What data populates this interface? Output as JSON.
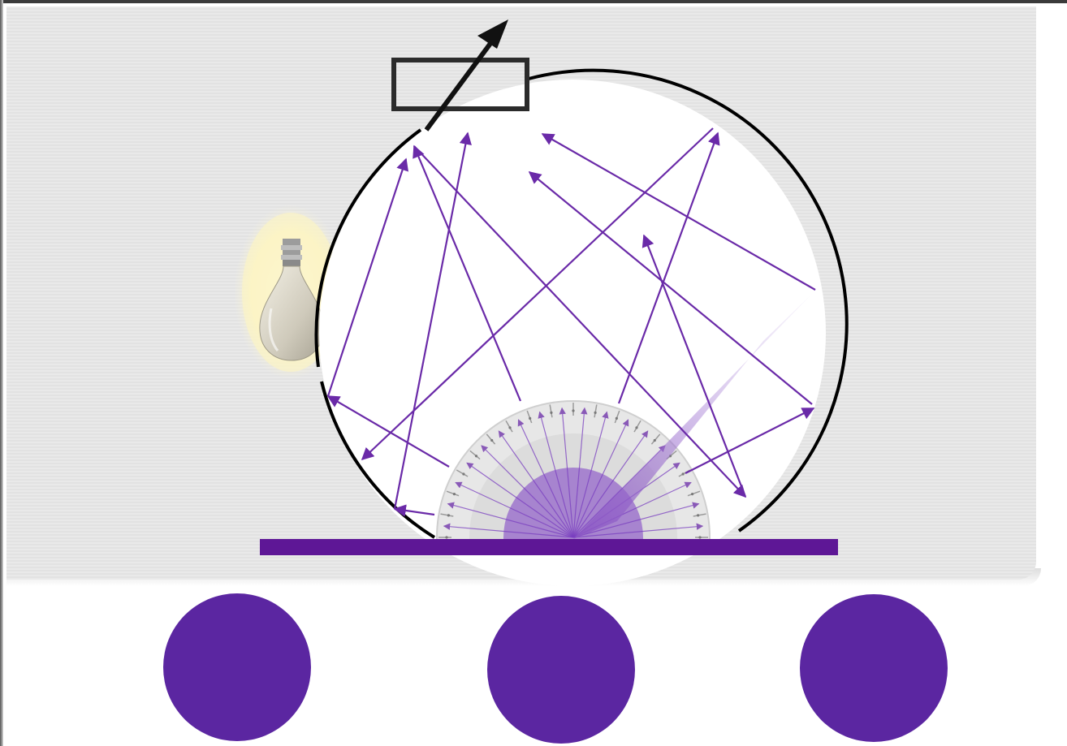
{
  "diagram": {
    "colors": {
      "background_stripe_a": "#e9e9e9",
      "background_stripe_b": "#e2e2e2",
      "sphere_fill": "#ffffff",
      "sphere_outline": "#000000",
      "ray_color": "#6a2aa8",
      "base_bar": "#5e1796",
      "protractor_gray": "#d6d6d6",
      "fan_purple": "#9a6ccd",
      "bulb_glow": "#fff7cc",
      "resistor_outline": "#2b2b2b"
    },
    "components": {
      "integrating_sphere": "sphere",
      "light_source": "bulb-icon",
      "detector": "variable-resistor-icon",
      "sample_base": "bar",
      "angle_gauge": "protractor-icon"
    }
  },
  "controls": {
    "buttons": [
      {
        "name": "circle-button-1",
        "color": "#5b26a1"
      },
      {
        "name": "circle-button-2",
        "color": "#5b26a1"
      },
      {
        "name": "circle-button-3",
        "color": "#5b26a1"
      }
    ]
  }
}
